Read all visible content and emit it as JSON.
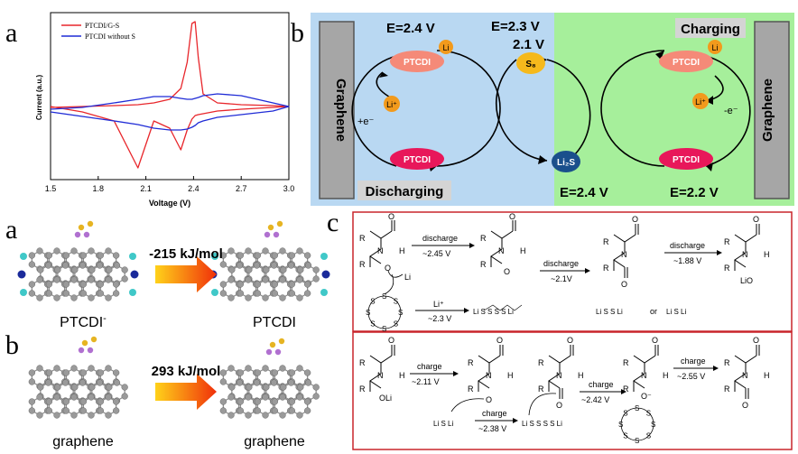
{
  "cv_panel": {
    "letter": "a",
    "legend": [
      "PTCDI/G-S",
      "PTCDI without S"
    ],
    "series_colors": [
      "#e8262b",
      "#1f2bd6"
    ],
    "xlabel": "Voltage (V)",
    "ylabel": "Current (a.u.)",
    "xticks": [
      "1.5",
      "1.8",
      "2.1",
      "2.4",
      "2.7",
      "3.0"
    ]
  },
  "chart_data": {
    "type": "line",
    "xlabel": "Voltage (V)",
    "ylabel": "Current (a.u.)",
    "xlim": [
      1.5,
      3.0
    ],
    "yticks_shown": false,
    "series": [
      {
        "name": "PTCDI/G-S",
        "color": "#e8262b",
        "x": [
          1.5,
          1.7,
          1.9,
          2.05,
          2.15,
          2.25,
          2.32,
          2.36,
          2.39,
          2.41,
          2.43,
          2.46,
          2.55,
          2.7,
          2.9,
          3.0
        ],
        "y": [
          0.05,
          0.06,
          0.07,
          0.08,
          0.1,
          0.14,
          0.26,
          0.55,
          0.98,
          1.0,
          0.6,
          0.2,
          0.1,
          0.08,
          0.07,
          0.06
        ],
        "y_return": [
          0.06,
          0.0,
          -0.1,
          -0.62,
          -0.1,
          -0.18,
          -0.42,
          -0.2,
          -0.08,
          -0.04,
          -0.03,
          -0.02,
          0.01,
          0.03,
          0.05,
          0.06
        ]
      },
      {
        "name": "PTCDI without S",
        "color": "#1f2bd6",
        "x": [
          1.5,
          1.7,
          1.9,
          2.05,
          2.15,
          2.25,
          2.32,
          2.36,
          2.39,
          2.41,
          2.43,
          2.46,
          2.55,
          2.7,
          2.9,
          3.0
        ],
        "y": [
          0.03,
          0.05,
          0.1,
          0.14,
          0.17,
          0.17,
          0.15,
          0.14,
          0.14,
          0.15,
          0.16,
          0.18,
          0.2,
          0.18,
          0.1,
          0.06
        ],
        "y_return": [
          0.0,
          -0.05,
          -0.1,
          -0.14,
          -0.18,
          -0.2,
          -0.2,
          -0.19,
          -0.17,
          -0.15,
          -0.12,
          -0.1,
          -0.06,
          -0.03,
          0.01,
          0.06
        ]
      }
    ]
  },
  "scheme_b": {
    "letter": "b",
    "left_electrode": "Graphene",
    "right_electrode": "Graphene",
    "discharging_label": "Discharging",
    "charging_label": "Charging",
    "e_top_left": "E=2.4 V",
    "e_top_mid_1": "E=2.3 V",
    "e_top_mid_2": "2.1 V",
    "e_bottom_mid": "E=2.4 V",
    "e_bottom_right": "E=2.2 V",
    "ptcdi": "PTCDI",
    "li": "Li",
    "li_plus": "Li⁺",
    "s8": "S₈",
    "li2s": "Li₂S",
    "plus_e": "+e⁻",
    "minus_e": "-e⁻",
    "colors": {
      "discharge_bg": "#b9d8f2",
      "charge_bg": "#a6ef9b",
      "ptcdi_top": "#f58a78",
      "ptcdi_bottom": "#e8175a",
      "li": "#f29a1c",
      "s8": "#f5b91c",
      "li2s": "#1a4f8c",
      "electrode": "#a6a6a6"
    }
  },
  "energy_panel": {
    "letter_a": "a",
    "letter_b": "b",
    "energy_a": "-215 kJ/mol",
    "energy_b": "293 kJ/mol",
    "label_a_left": "PTCDI",
    "label_a_left_sup": "-",
    "label_a_right": "PTCDI",
    "label_b_left": "graphene",
    "label_b_right": "graphene"
  },
  "mechanism_c": {
    "letter": "c",
    "top": {
      "step1": "discharge",
      "step1_v": "~2.45 V",
      "step2": "discharge",
      "step2_v": "~2.1V",
      "step3": "discharge",
      "step3_v": "~1.88 V",
      "step4": "Li⁺",
      "step4_v": "~2.3 V",
      "or": "or",
      "li": "Li",
      "lio": "LiO"
    },
    "bottom": {
      "step1": "charge",
      "step1_v": "~2.11 V",
      "step2": "charge",
      "step2_v": "~2.38 V",
      "step3": "charge",
      "step3_v": "~2.42 V",
      "step4": "charge",
      "step4_v": "~2.55 V",
      "oli": "OLi",
      "o_minus": "O⁻",
      "li": "Li"
    },
    "atoms": {
      "R": "R",
      "N": "N",
      "H": "H",
      "O": "O",
      "S": "S"
    },
    "border_color": "#c8252b"
  }
}
